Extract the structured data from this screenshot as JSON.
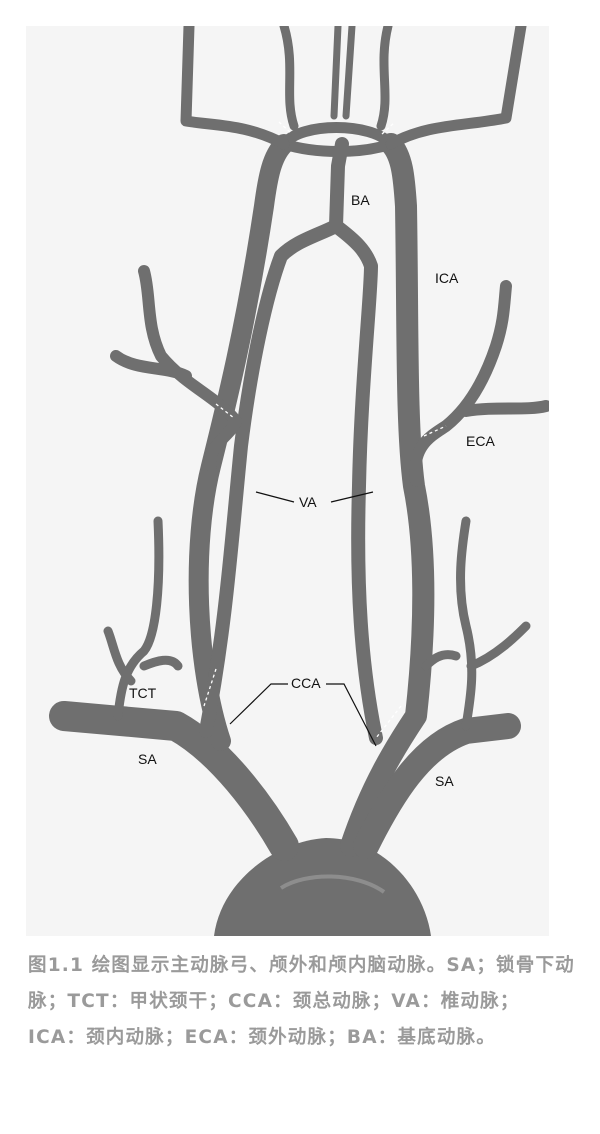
{
  "diagram": {
    "labels": {
      "ba": "BA",
      "ica": "ICA",
      "eca": "ECA",
      "va": "VA",
      "tct": "TCT",
      "cca": "CCA",
      "sa_left": "SA",
      "sa_right": "SA"
    },
    "colors": {
      "vessel": "#6f6f6f",
      "background": "#f5f5f5",
      "caption_text": "#9a9a9a"
    }
  },
  "caption": {
    "text": "图1.1 绘图显示主动脉弓、颅外和颅内脑动脉。SA；锁骨下动脉；TCT：甲状颈干；CCA：颈总动脉；VA：椎动脉；ICA：颈内动脉；ECA：颈外动脉；BA：基底动脉。"
  }
}
